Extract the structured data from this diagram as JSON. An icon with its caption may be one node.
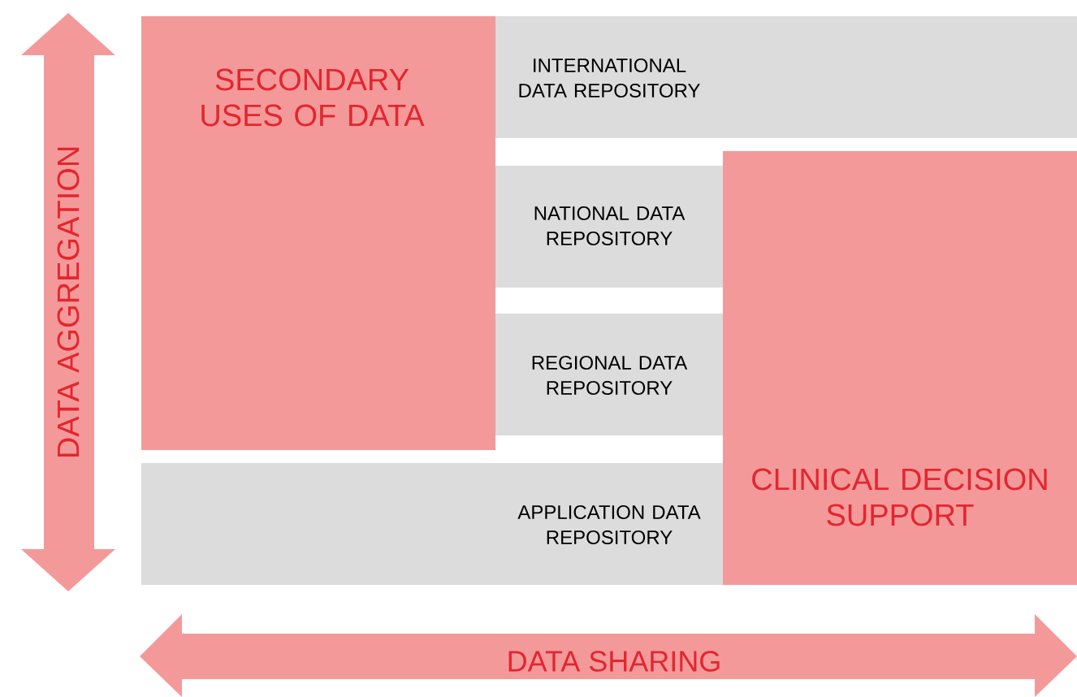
{
  "diagram": {
    "nodes": [
      {
        "text": [
          "SECONDARY USES OF DATA"
        ]
      },
      {
        "text": [
          "INTERNATIONAL DATA REPOSITORY"
        ]
      },
      {
        "text": [
          "NATIONAL DATA REPOSITORY"
        ]
      },
      {
        "text": [
          "REGIONAL DATA REPOSITORY"
        ]
      },
      {
        "text": [
          "APPLICATION DATA REPOSITORY"
        ]
      },
      {
        "text": [
          "CLINICAL DECISION SUPPORT"
        ]
      }
    ],
    "labels": [
      "DATA AGGREGATION",
      "DATA SHARING"
    ]
  }
}
